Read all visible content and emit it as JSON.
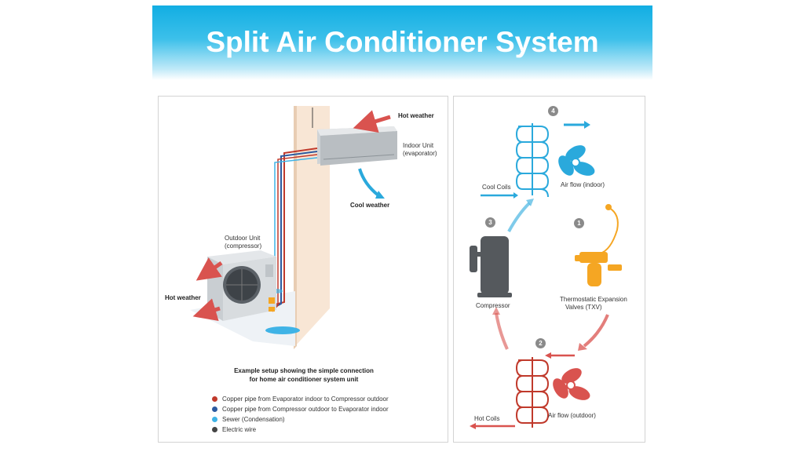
{
  "title": "Split Air Conditioner System",
  "colors": {
    "banner": "#12aee3",
    "hot": "#d9534f",
    "cool": "#2aa9dc",
    "copper_red": "#c0392b",
    "copper_blue": "#2c5aa0",
    "sewer": "#3fb3e6",
    "wire": "#444444",
    "txv": "#f5a623"
  },
  "left_panel": {
    "hot_weather_top": "Hot weather",
    "indoor_unit": "Indoor Unit",
    "indoor_unit_sub": "(evaporator)",
    "cool_weather": "Cool weather",
    "outdoor_unit": "Outdoor Unit",
    "outdoor_unit_sub": "(compressor)",
    "hot_weather_left": "Hot weather",
    "caption_line1": "Example setup showing the simple connection",
    "caption_line2": "for home air conditioner system unit",
    "legend": [
      {
        "label": "Copper pipe from Evaporator indoor to Compressor outdoor",
        "color": "#c0392b"
      },
      {
        "label": "Copper pipe from Compressor outdoor to Evaporator indoor",
        "color": "#2c5aa0"
      },
      {
        "label": "Sewer (Condensation)",
        "color": "#3fb3e6"
      },
      {
        "label": "Electric wire",
        "color": "#444444"
      }
    ]
  },
  "right_panel": {
    "steps": [
      "1",
      "2",
      "3",
      "4"
    ],
    "cool_coils": "Cool Coils",
    "air_flow_indoor": "Air flow (indoor)",
    "compressor": "Compressor",
    "txv_line1": "Thermostatic Expansion",
    "txv_line2": "Valves (TXV)",
    "hot_coils": "Hot Coils",
    "air_flow_outdoor": "Air flow (outdoor)"
  }
}
